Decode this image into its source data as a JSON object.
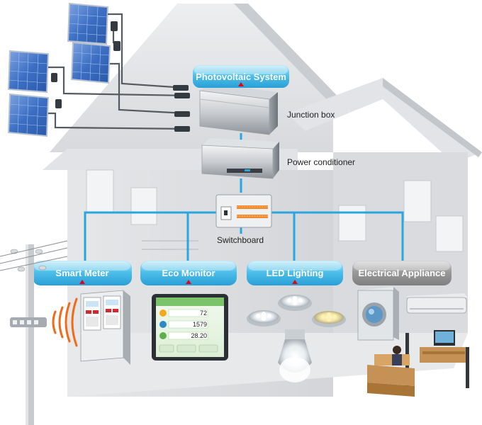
{
  "labels": {
    "photovoltaic": "Photovoltaic System",
    "junction_box": "Junction box",
    "power_conditioner": "Power conditioner",
    "switchboard": "Switchboard",
    "smart_meter": "Smart Meter",
    "eco_monitor": "Eco Monitor",
    "led_lighting": "LED Lighting",
    "electrical_appliance": "Electrical  Appliance"
  },
  "eco_monitor_screen": {
    "value_1": "72",
    "value_2": "1579",
    "value_3": "28.20"
  },
  "colors": {
    "accent_blue": "#29a6de",
    "pill_cyan": "#3fb7e4",
    "pill_gray": "#8f8f8f",
    "marker_red": "#e60012",
    "house_gray": "#d9dbdd"
  }
}
